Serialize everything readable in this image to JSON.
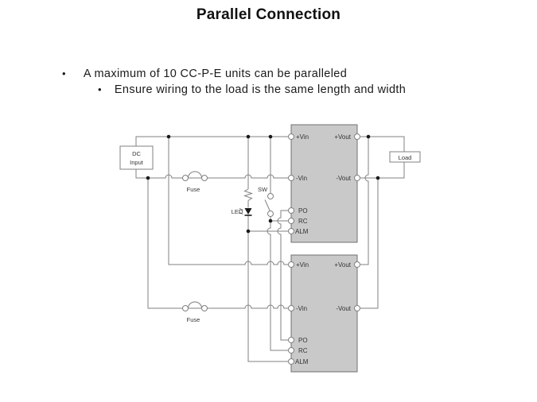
{
  "title": "Parallel Connection",
  "bullets": {
    "bullet_char": "•",
    "main": "A maximum of 10 CC-P-E units can be paralleled",
    "sub": "Ensure wiring to the load is the same length and width"
  },
  "diagram": {
    "dc_input_line1": "DC",
    "dc_input_line2": "Input",
    "fuse1": "Fuse",
    "fuse2": "Fuse",
    "sw": "SW",
    "led": "LED",
    "load": "Load",
    "unit1": {
      "pvin": "+Vin",
      "pvout": "+Vout",
      "nvin": "-Vin",
      "nvout": "-Vout",
      "po": "PO",
      "rc": "RC",
      "alm": "ALM"
    },
    "unit2": {
      "pvin": "+Vin",
      "pvout": "+Vout",
      "nvin": "-Vin",
      "nvout": "-Vout",
      "po": "PO",
      "rc": "RC",
      "alm": "ALM"
    }
  },
  "colors": {
    "wire": "#808080",
    "unit_fill": "#c9c9c9",
    "unit_border": "#707070",
    "text": "#333333",
    "junction_dot": "#1a1a1a",
    "background": "#ffffff"
  }
}
